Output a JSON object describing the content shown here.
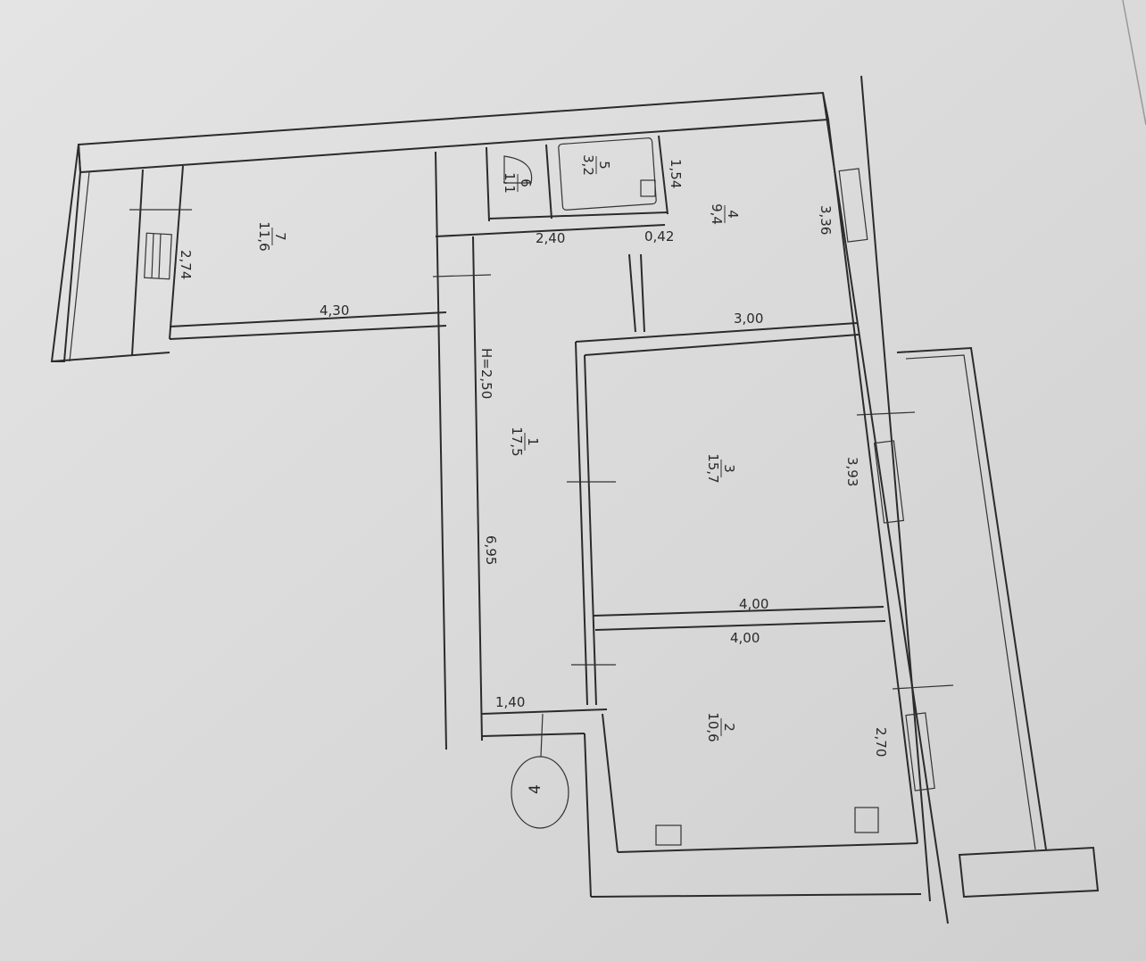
{
  "rooms": {
    "r1": {
      "num": "1",
      "area": "17,5"
    },
    "r2": {
      "num": "2",
      "area": "10,6"
    },
    "r3": {
      "num": "3",
      "area": "15,7"
    },
    "r4": {
      "num": "4",
      "area": "9,4"
    },
    "r5": {
      "num": "5",
      "area": "3,2"
    },
    "r6": {
      "num": "6",
      "area": "1,1"
    },
    "r7": {
      "num": "7",
      "area": "11,6"
    }
  },
  "dimensions": {
    "d_430": "4,30",
    "d_274": "2,74",
    "d_240_top": "2,40",
    "d_042": "0,42",
    "d_154": "1,54",
    "d_336": "3,36",
    "d_300": "3,00",
    "d_393": "3,93",
    "d_695": "6,95",
    "d_height": "H=2,50",
    "d_400_a": "4,00",
    "d_400_b": "4,00",
    "d_140": "1,40",
    "d_270": "2,70"
  },
  "entrance_marker": "4",
  "colors": {
    "paper": "#dcdcdc",
    "ink": "#2b2b2b"
  }
}
